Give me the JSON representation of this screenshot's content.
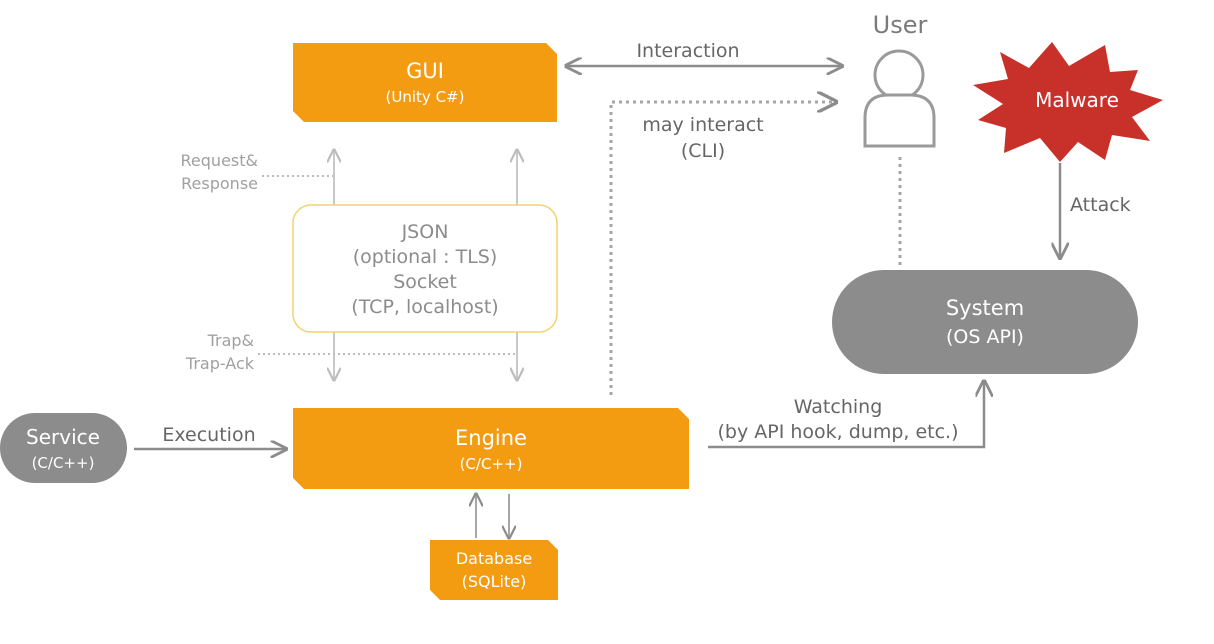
{
  "gui": {
    "title": "GUI",
    "subtitle": "(Unity C#)"
  },
  "engine": {
    "title": "Engine",
    "subtitle": "(C/C++)"
  },
  "database": {
    "title": "Database",
    "subtitle": "(SQLite)"
  },
  "service": {
    "title": "Service",
    "subtitle": "(C/C++)"
  },
  "user": {
    "label": "User"
  },
  "malware": {
    "label": "Malware"
  },
  "system": {
    "title": "System",
    "subtitle": "(OS API)"
  },
  "json_box": {
    "line1": "JSON",
    "line2": "(optional : TLS)",
    "line3": "Socket",
    "line4": "(TCP, localhost)"
  },
  "edges": {
    "interaction": "Interaction",
    "may_interact_1": "may interact",
    "may_interact_2": "(CLI)",
    "request_1": "Request&",
    "request_2": "Response",
    "trap_1": "Trap&",
    "trap_2": "Trap-Ack",
    "execution": "Execution",
    "watching_1": "Watching",
    "watching_2": "(by API hook, dump, etc.)",
    "attack": "Attack"
  },
  "colors": {
    "orange": "#F39C12",
    "gray": "#8C8C8C",
    "gray_arrow": "#A6A6A6",
    "light_arrow": "#C8C8C8",
    "json_border": "#F2D36B",
    "malware_red": "#C8312A"
  }
}
